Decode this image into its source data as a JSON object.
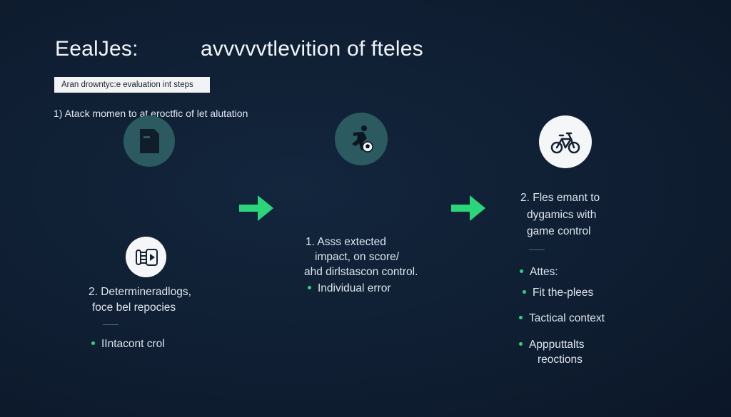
{
  "title": {
    "left": "EealJes:",
    "right": "avvvvvtlevition of fteles"
  },
  "subtitle": "Aran drowntyc:e evaluation int steps",
  "step1_heading": "1) Atack momen to at eroctfic of let alutation",
  "column1": {
    "icon_top": "document-icon",
    "icon_bottom": "hand-play-icon",
    "heading_lines": [
      "2. Determineradlogs,",
      "foce bel repocies"
    ],
    "bullets": [
      "IIntacont crol"
    ]
  },
  "column2": {
    "icon_top": "soccer-player-icon",
    "heading_lines": [
      "1. Asss extected",
      "impact, on score/",
      "ahd dirlstascon control."
    ],
    "bullets": [
      "Individual error"
    ]
  },
  "column3": {
    "icon_top": "bicycle-icon",
    "heading_lines": [
      "2. Fles emant to",
      "dygamics with",
      "game control"
    ],
    "bullets": [
      "Attes:",
      "Fit the-plees",
      "Tactical context",
      "Appputtalts"
    ],
    "bullet_continuation": "reoctions"
  },
  "colors": {
    "background": "#0f1f33",
    "accent_green": "#2bd67b",
    "teal_circle": "#2b5a61"
  }
}
